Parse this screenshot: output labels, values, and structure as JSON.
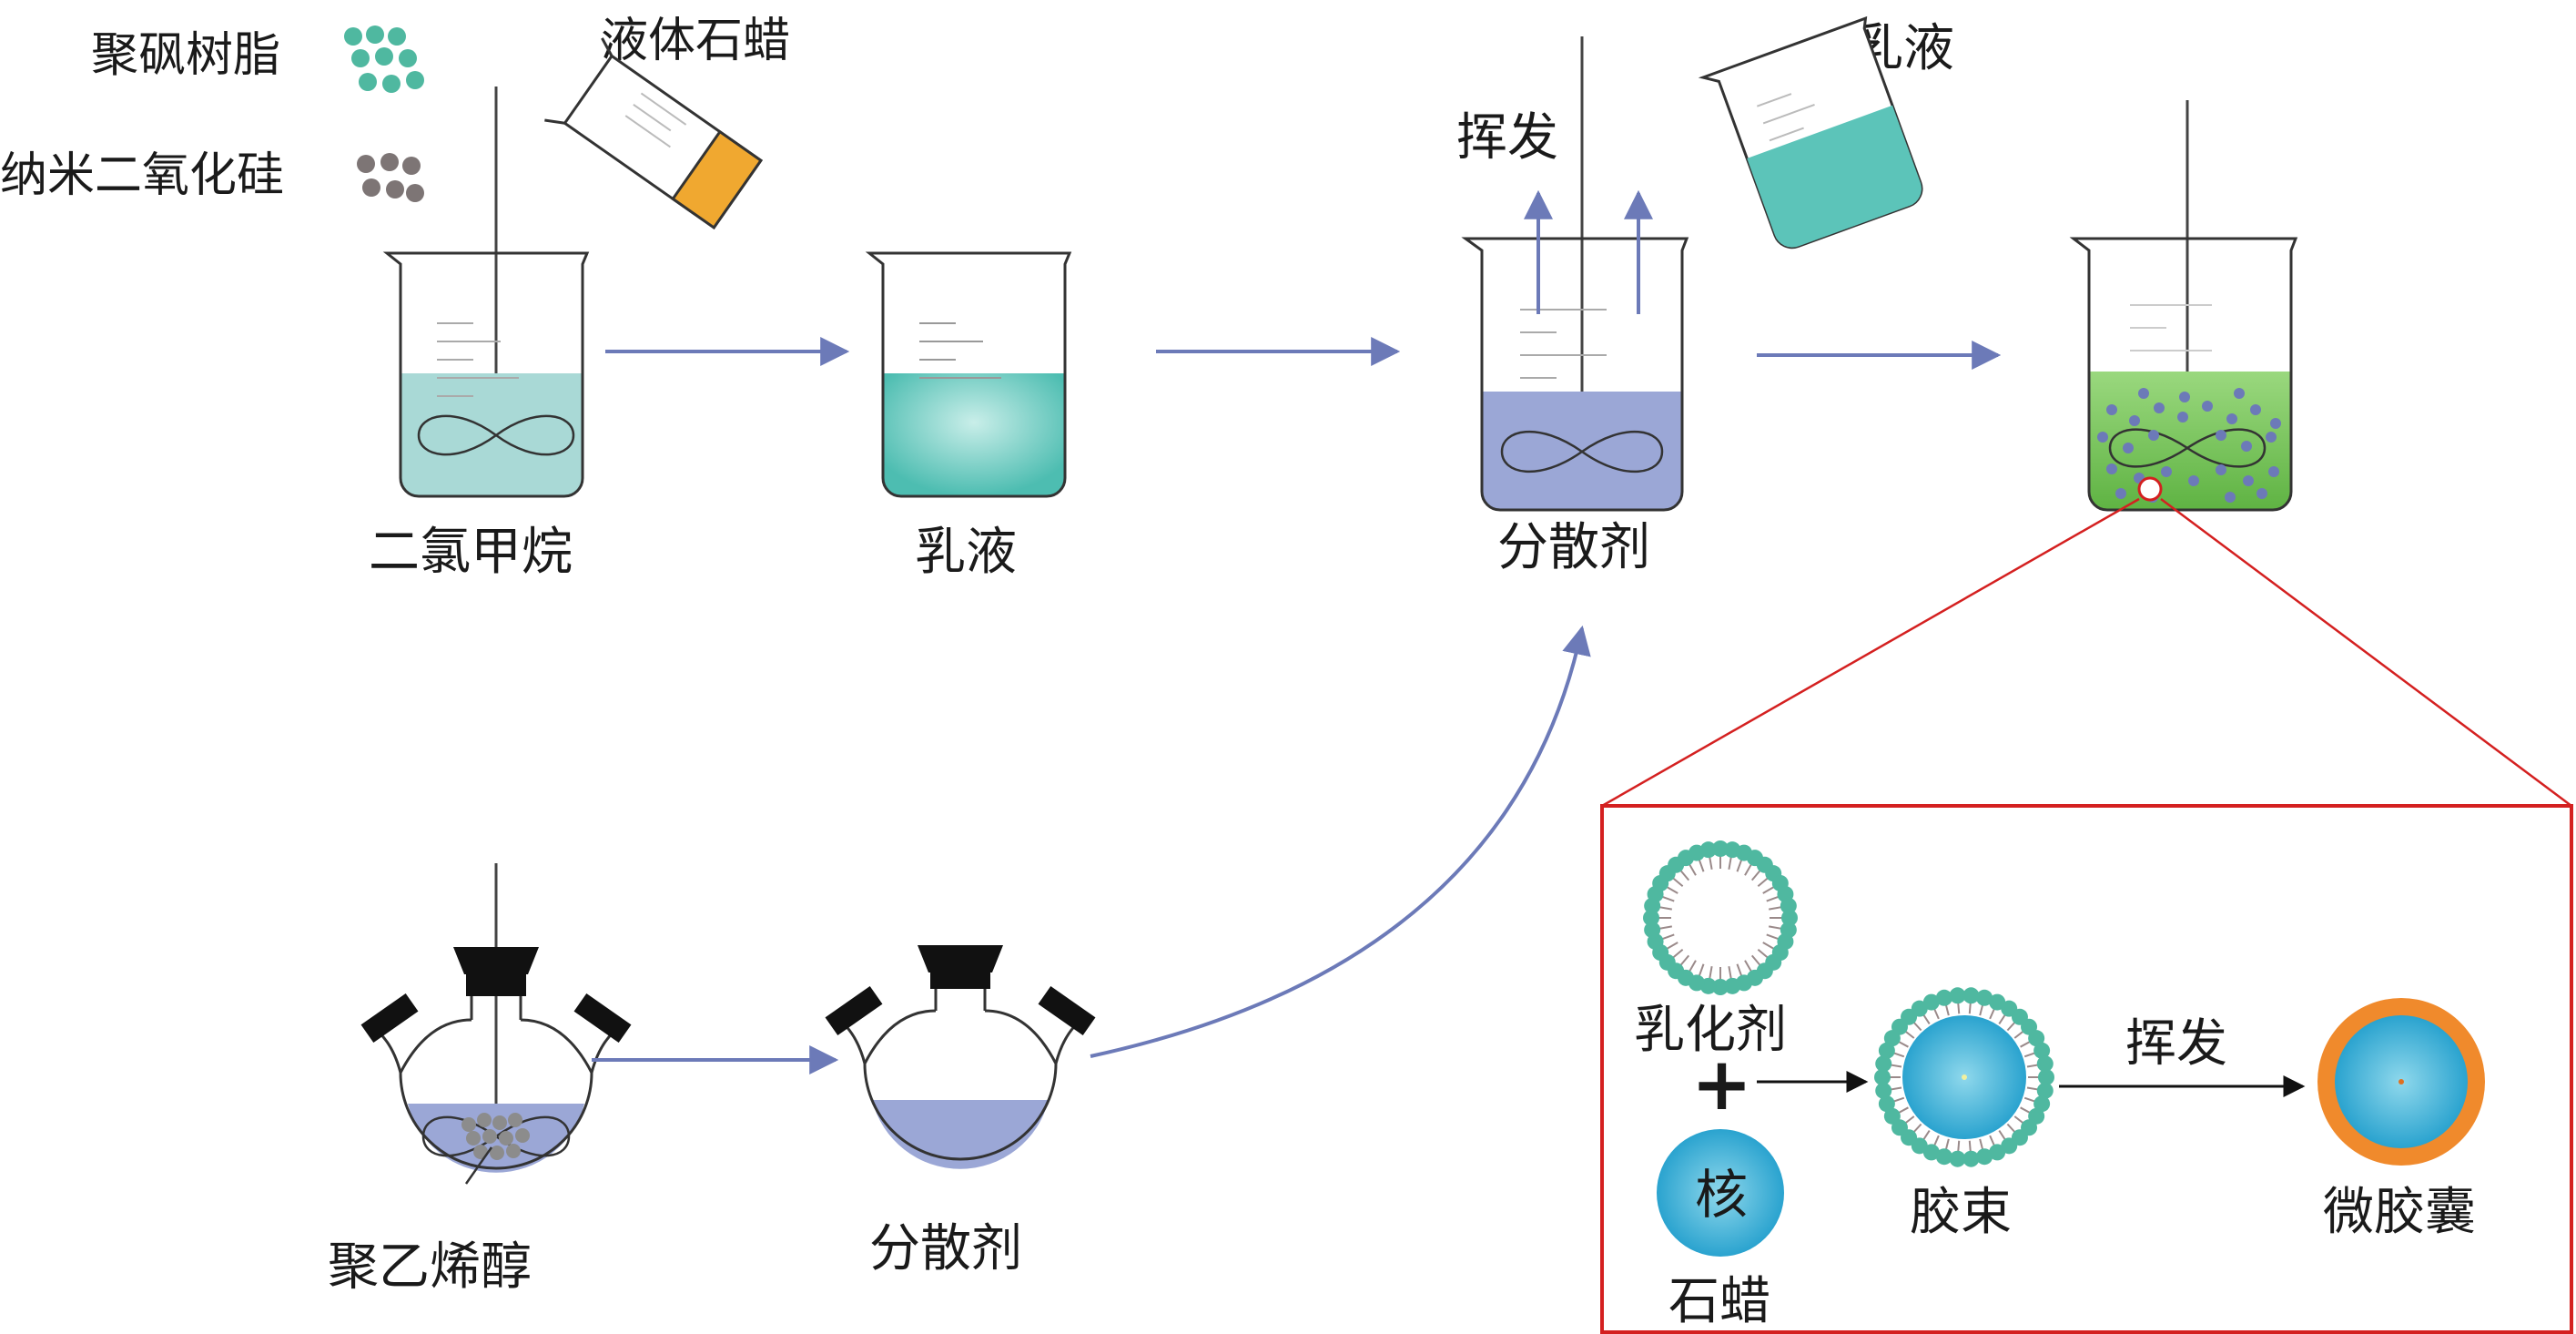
{
  "legend": {
    "polysulfone": "聚砜树脂",
    "nano_silica": "纳米二氧化硅"
  },
  "labels": {
    "liquid_paraffin": "液体石蜡",
    "dichloromethane": "二氯甲烷",
    "emulsion_1": "乳液",
    "evaporation_top": "挥发",
    "emulsion_pour": "乳液",
    "dispersant_top": "分散剂",
    "pva": "聚乙烯醇",
    "dispersant_bottom": "分散剂"
  },
  "inset": {
    "emulsifier": "乳化剂",
    "core": "核",
    "paraffin": "石蜡",
    "micelle": "胶束",
    "evaporation": "挥发",
    "microcapsule": "微胶囊"
  },
  "colors": {
    "dcm_liquid": "#a9d9d6",
    "emulsion_liquid": "#5cc4b9",
    "dispersant_liquid": "#9ba7d6",
    "final_liquid": "#78c35a",
    "paraffin_orange": "#f0a830",
    "polysulfone_dot": "#4fb8a0",
    "silica_dot": "#7d7575",
    "arrow_blue": "#6c7ab8",
    "inset_red": "#d42020",
    "core_blue": "#3bb0d6",
    "shell_orange": "#f08a2c"
  }
}
